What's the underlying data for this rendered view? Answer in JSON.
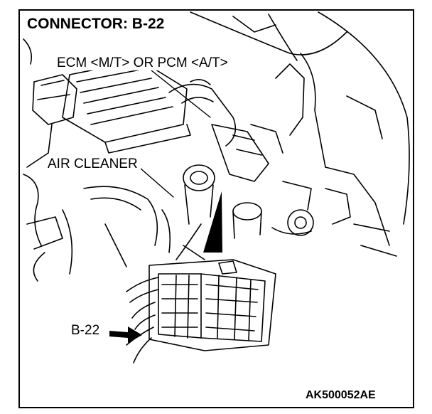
{
  "diagram": {
    "title": "CONNECTOR: B-22",
    "labels": {
      "ecm": "ECM <M/T> OR PCM <A/T>",
      "air_cleaner": "AIR CLEANER",
      "connector": "B-22"
    },
    "figure_code": "AK500052AE"
  }
}
